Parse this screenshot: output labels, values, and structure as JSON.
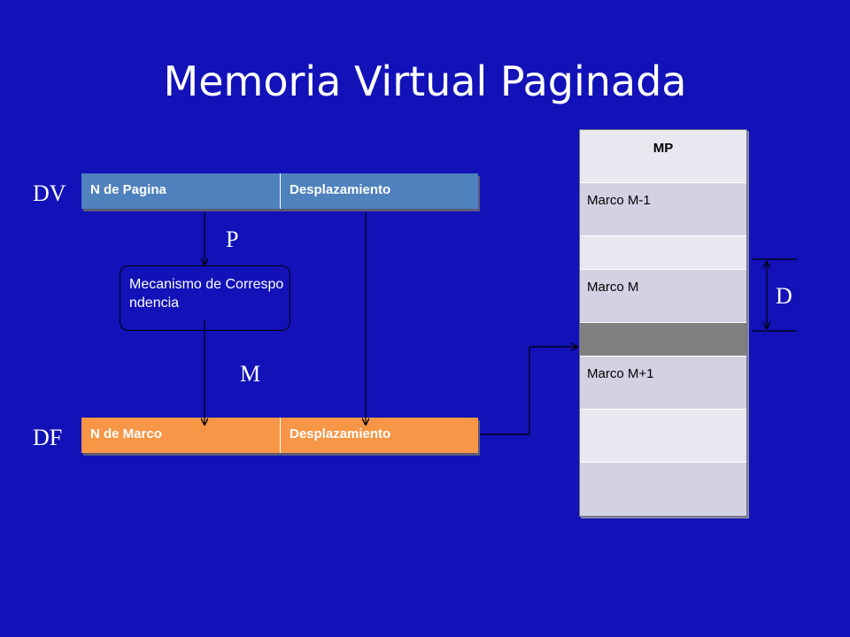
{
  "title": "Memoria Virtual Paginada",
  "labels": {
    "dv": "DV",
    "df": "DF",
    "p": "P",
    "m": "M",
    "d": "D"
  },
  "virtual_address": {
    "page_number": "N de Pagina",
    "offset": "Desplazamiento"
  },
  "mechanism": "Mecanismo de Correspondencia",
  "physical_address": {
    "frame_number": "N de Marco",
    "offset": "Desplazamiento"
  },
  "memory": {
    "header": "MP",
    "rows": [
      "Marco M-1",
      "",
      "Marco M",
      "",
      "Marco M+1",
      "",
      ""
    ]
  },
  "colors": {
    "background": "#1212b8",
    "virtual_row": "#4f81bd",
    "physical_row": "#f79646",
    "highlight_frame": "#808080"
  }
}
